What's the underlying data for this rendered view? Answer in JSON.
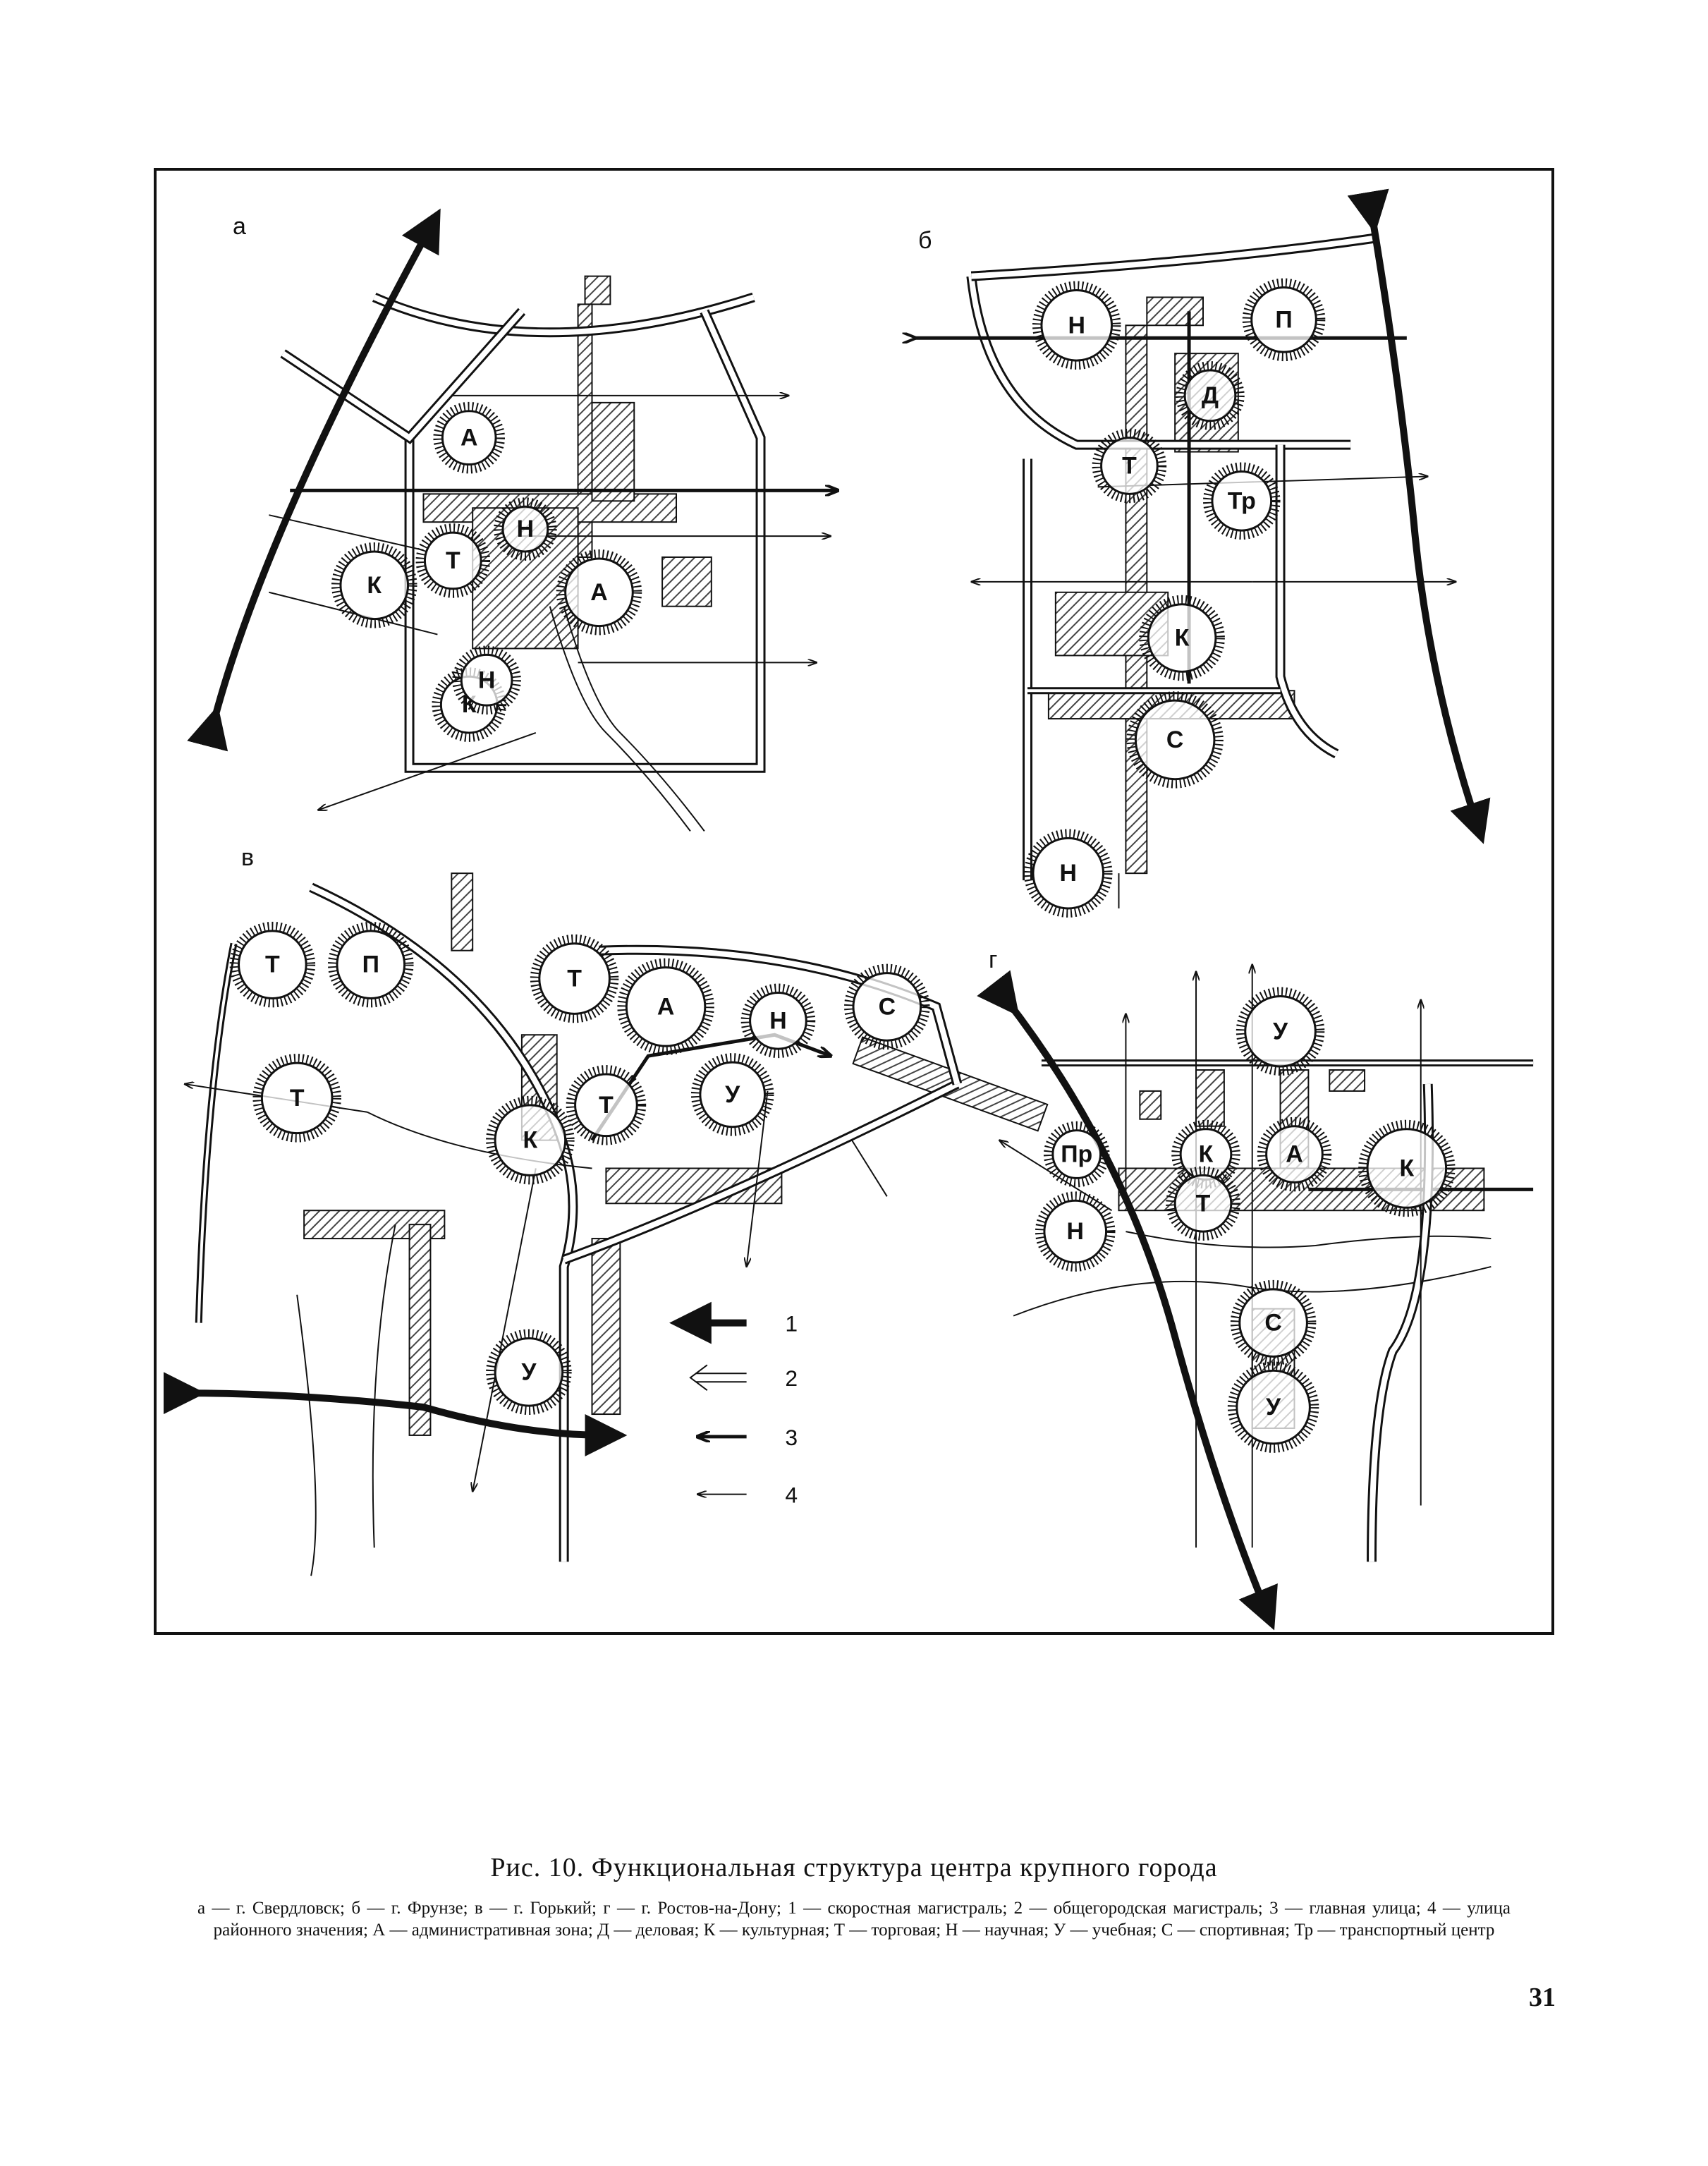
{
  "figure": {
    "panel_labels": [
      "а",
      "б",
      "в",
      "г"
    ],
    "legend": {
      "items": [
        {
          "number": "1",
          "meaning": "скоростная магистраль",
          "arrow": "heavy-arrow-icon"
        },
        {
          "number": "2",
          "meaning": "общегородская магистраль",
          "arrow": "double-line-arrow-icon"
        },
        {
          "number": "3",
          "meaning": "главная улица",
          "arrow": "medium-arrow-icon"
        },
        {
          "number": "4",
          "meaning": "улица районного значения",
          "arrow": "thin-arrow-icon"
        }
      ]
    },
    "zones": {
      "a": [
        "К",
        "А",
        "Н",
        "Т",
        "К",
        "А",
        "Н"
      ],
      "b": [
        "Н",
        "П",
        "Д",
        "Т",
        "Тр",
        "К",
        "С",
        "Н"
      ],
      "v": [
        "Т",
        "П",
        "Т",
        "Т",
        "А",
        "Н",
        "С",
        "К",
        "Т",
        "У",
        "У"
      ],
      "g": [
        "У",
        "Пр",
        "Н",
        "К",
        "А",
        "К",
        "Т",
        "С",
        "У"
      ]
    }
  },
  "caption": {
    "title": "Рис. 10. Функциональная структура центра крупного города",
    "body": "а — г. Свердловск; б — г. Фрунзе; в — г. Горький; г — г. Ростов-на-Дону; 1 — скоростная магистраль; 2 — общегородская магистраль; 3 — главная улица; 4 — улица районного значения; А — административная зона; Д — деловая; К — культурная; Т — торговая; Н — научная; У — учебная; С — спортивная; Тр — транспортный центр"
  },
  "page_number": "31",
  "colors": {
    "ink": "#111111",
    "paper": "#ffffff",
    "hatch": "#444444"
  }
}
